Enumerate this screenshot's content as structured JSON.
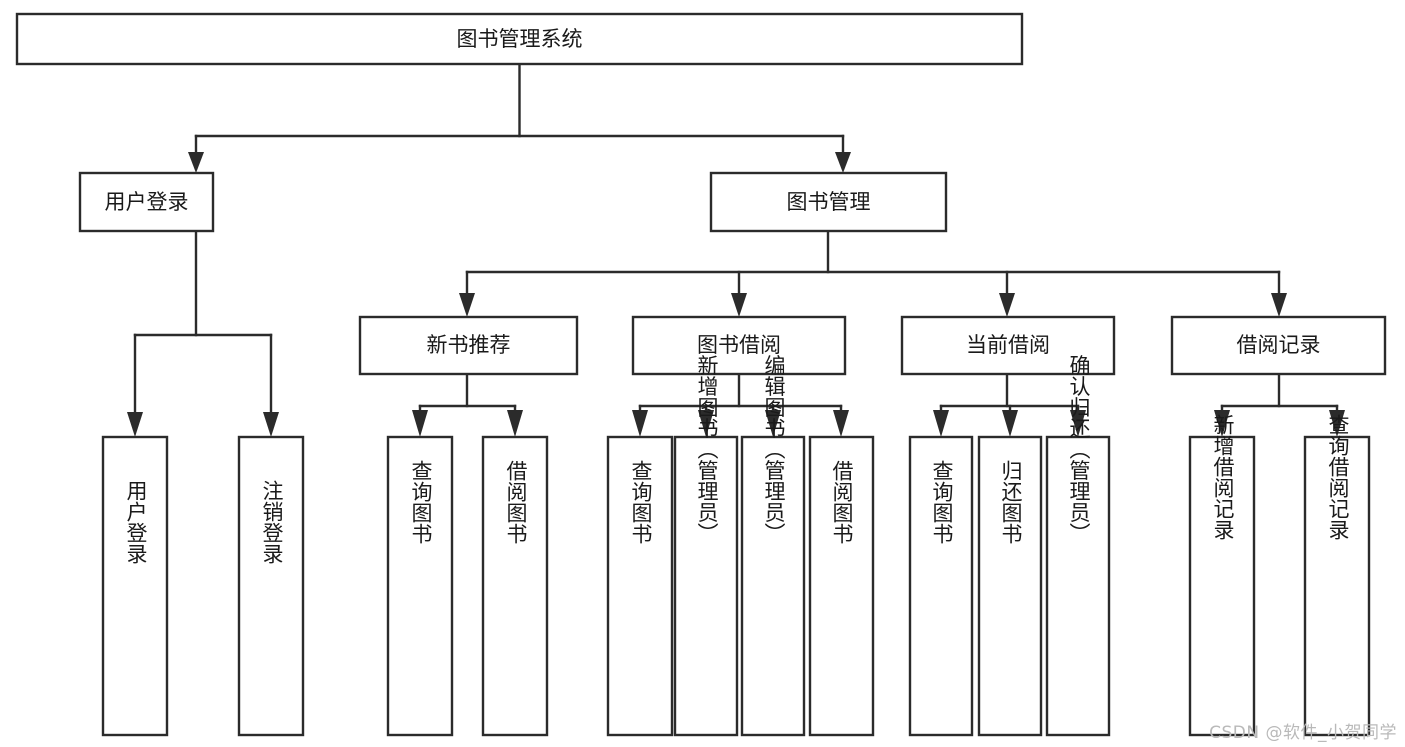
{
  "diagram": {
    "type": "tree-hierarchy",
    "title": "图书管理系统",
    "watermark": "CSDN @软件_小贺同学",
    "colors": {
      "background": "#ffffff",
      "box_fill": "#ffffff",
      "box_stroke": "#2b2b2b",
      "text": "#1a1a1a",
      "watermark": "#b9b9b9"
    },
    "root": {
      "label": "图书管理系统"
    },
    "level1": [
      {
        "label": "用户登录"
      },
      {
        "label": "图书管理"
      }
    ],
    "level2": [
      {
        "label": "新书推荐",
        "parent": "图书管理"
      },
      {
        "label": "图书借阅",
        "parent": "图书管理"
      },
      {
        "label": "当前借阅",
        "parent": "图书管理"
      },
      {
        "label": "借阅记录",
        "parent": "图书管理"
      }
    ],
    "leaves": {
      "用户登录": [
        "用户登录",
        "注销登录"
      ],
      "新书推荐": [
        "查询图书",
        "借阅图书"
      ],
      "图书借阅": [
        "查询图书",
        "新增图书（管理员）",
        "编辑图书（管理员）",
        "借阅图书"
      ],
      "当前借阅": [
        "查询图书",
        "归还图书",
        "确认归还（管理员）"
      ],
      "借阅记录": [
        "新增借阅记录",
        "查询借阅记录"
      ]
    }
  }
}
